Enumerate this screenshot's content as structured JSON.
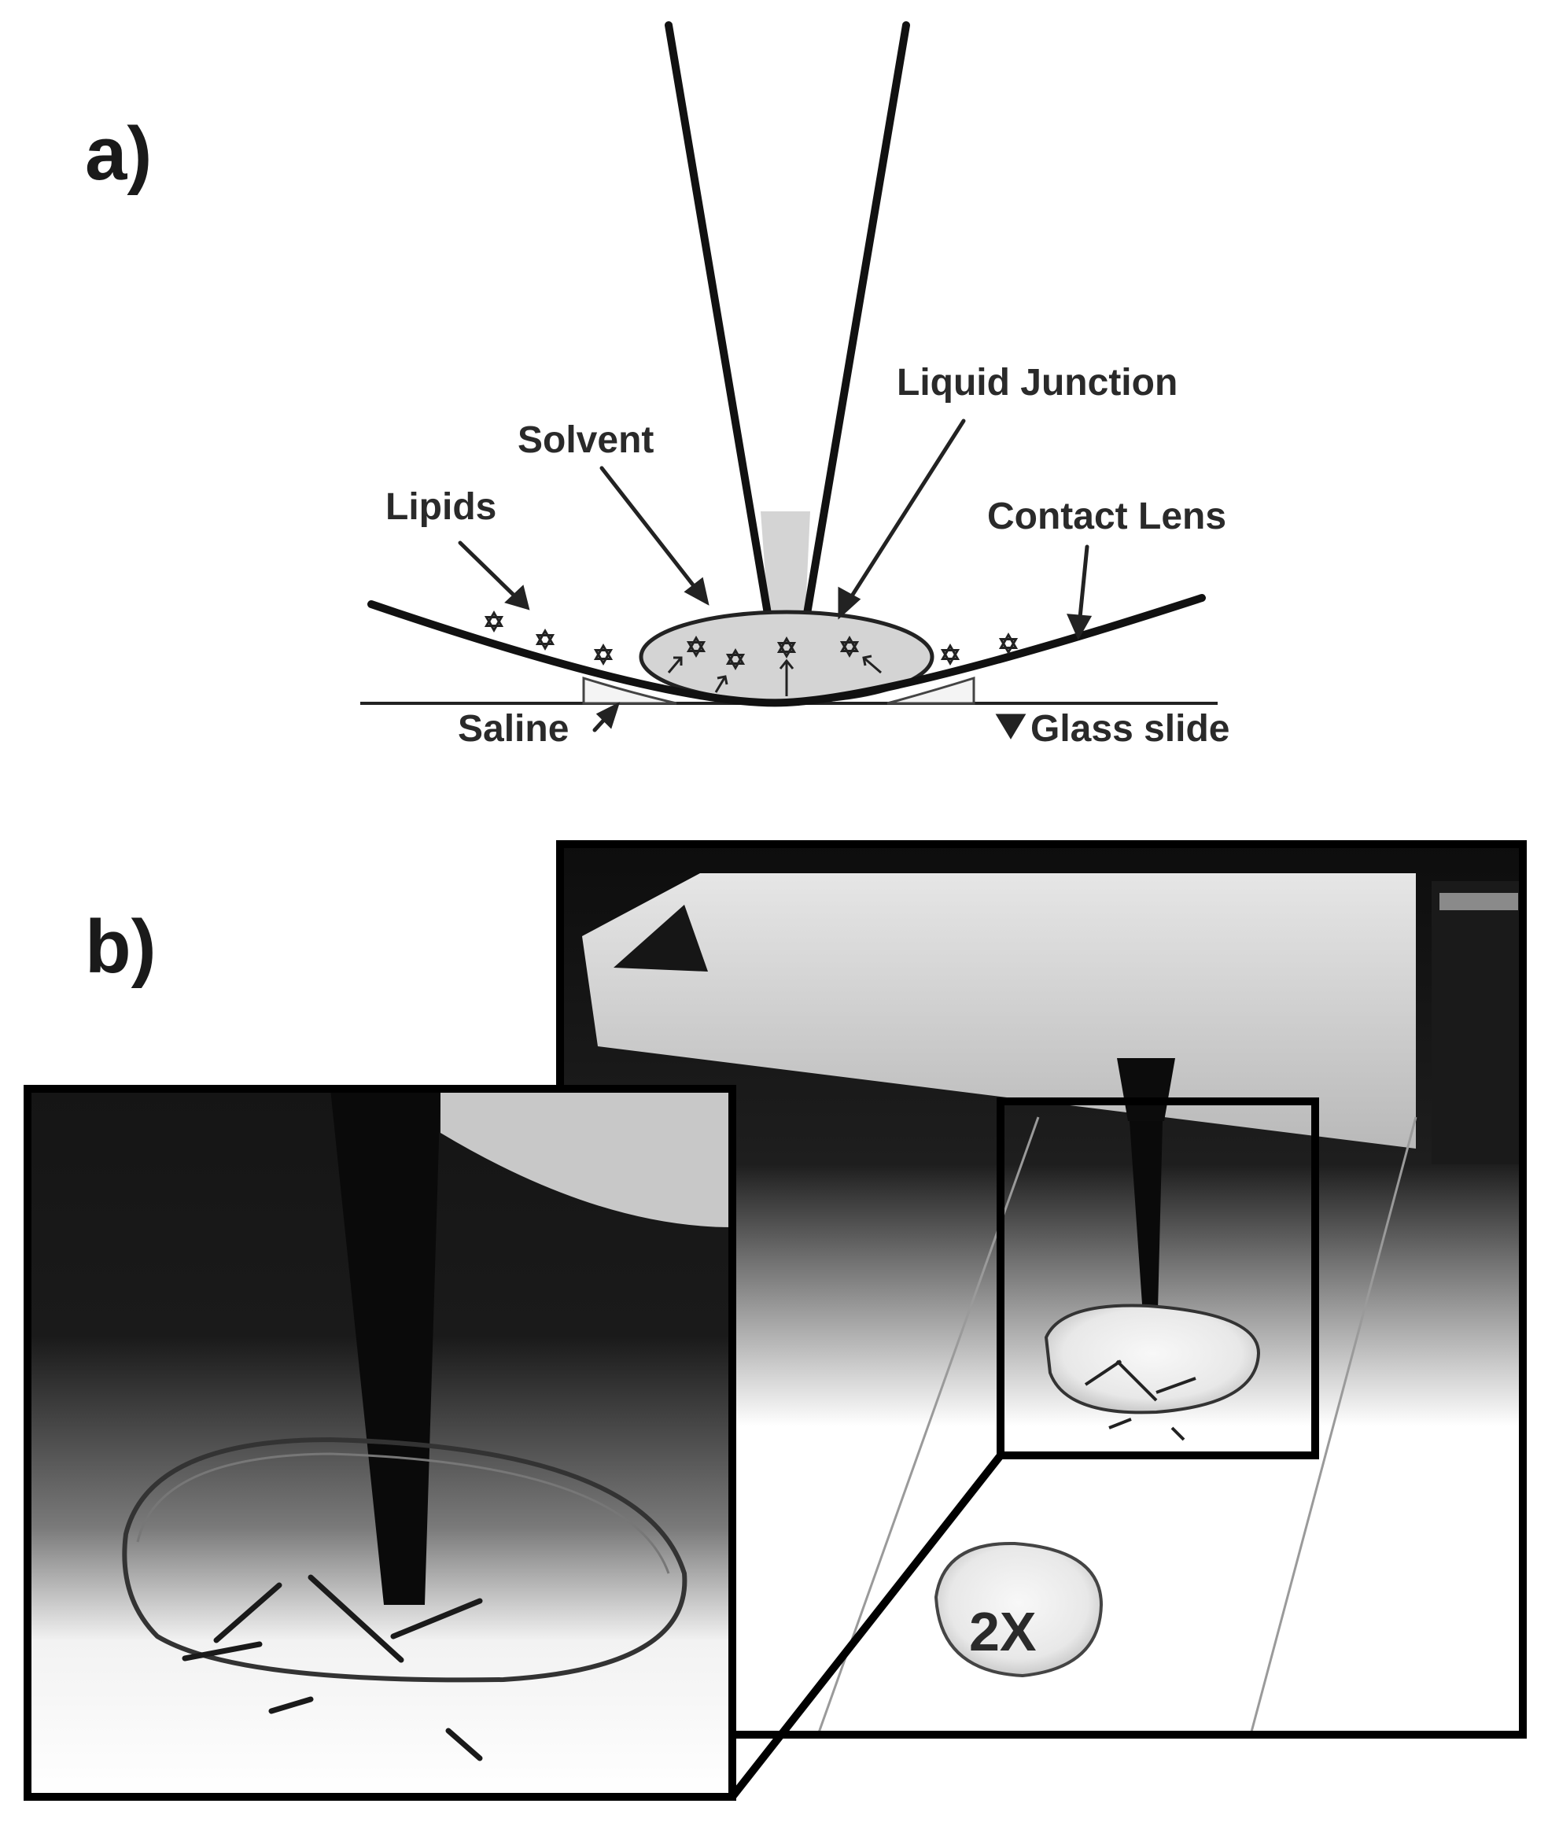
{
  "panels": {
    "a": {
      "label": "a)"
    },
    "b": {
      "label": "b)"
    }
  },
  "schematic": {
    "labels": {
      "liquid_junction": "Liquid Junction",
      "solvent": "Solvent",
      "lipids": "Lipids",
      "contact_lens": "Contact Lens",
      "saline": "Saline",
      "glass_slide": "Glass slide"
    }
  },
  "photo": {
    "lens_marking": "2X"
  },
  "colors": {
    "ink": "#111111",
    "liquid_fill": "#d4d4d4",
    "background": "#ffffff"
  }
}
